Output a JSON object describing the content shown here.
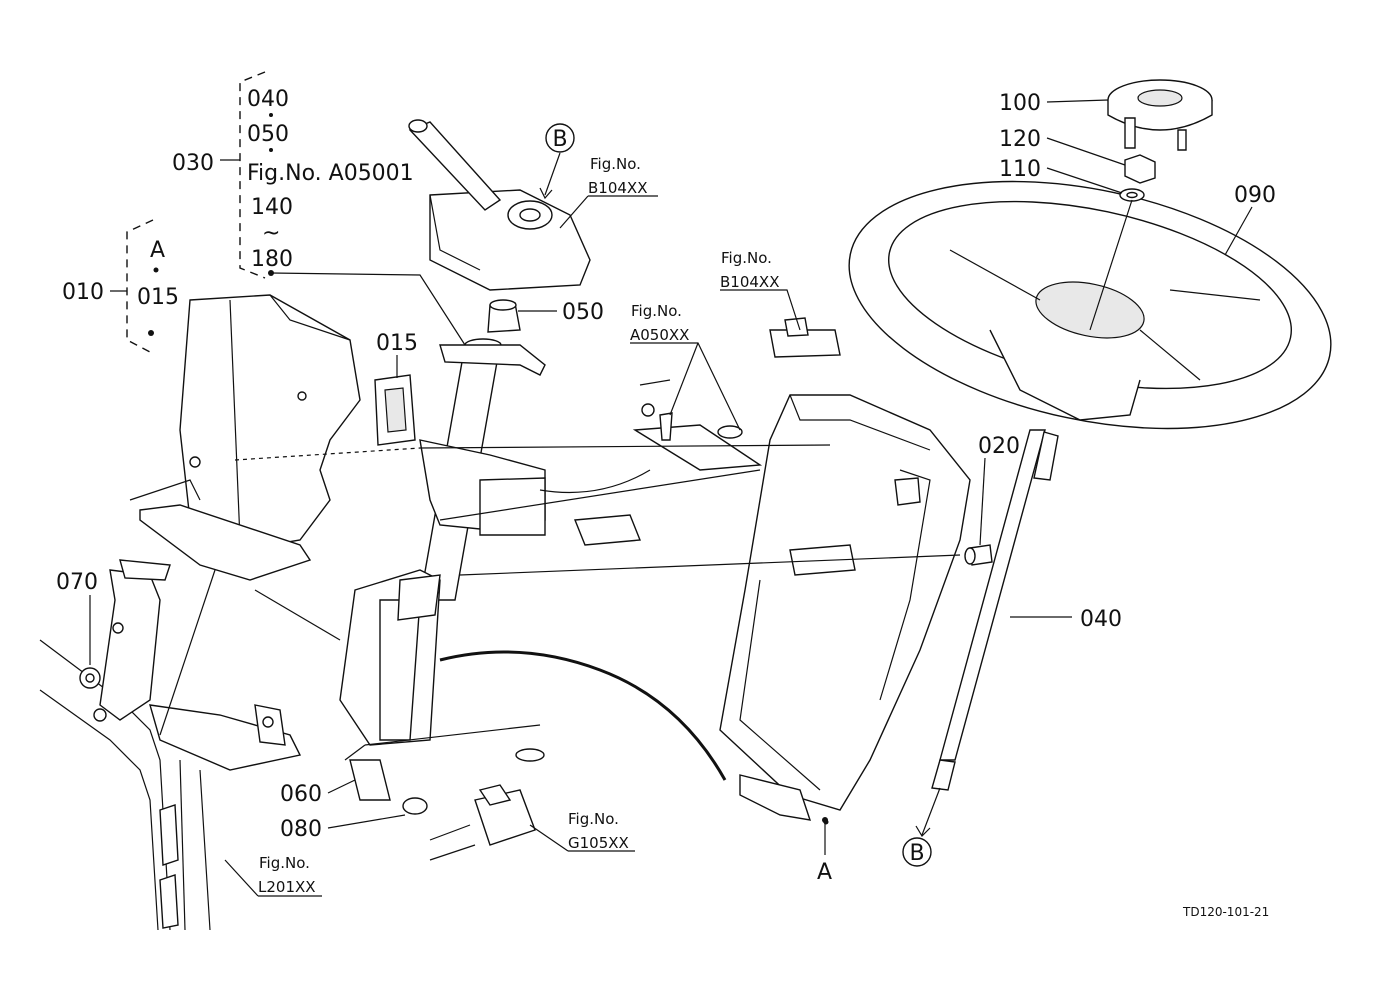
{
  "labels": {
    "l030": "030",
    "l040a": "040",
    "l050a": "050",
    "l140": "140",
    "tilde": "~",
    "l180": "180",
    "l010": "010",
    "lA1": "A",
    "l015a": "015",
    "l015b": "015",
    "l050b": "050",
    "l070": "070",
    "l060": "060",
    "l080": "080",
    "l100": "100",
    "l120": "120",
    "l110": "110",
    "l090": "090",
    "l020": "020",
    "l040b": "040",
    "lA2": "A",
    "circB1": "B",
    "circB2": "B"
  },
  "figrefs": {
    "a05001": "Fig.No. A05001",
    "b104_top_1": "Fig.No.",
    "b104_top_2": "B104XX",
    "b104_mid_1": "Fig.No.",
    "b104_mid_2": "B104XX",
    "a050_1": "Fig.No.",
    "a050_2": "A050XX",
    "g105_1": "Fig.No.",
    "g105_2": "G105XX",
    "l201_1": "Fig.No.",
    "l201_2": "L201XX"
  },
  "footer": {
    "code": "TD120-101-21"
  }
}
